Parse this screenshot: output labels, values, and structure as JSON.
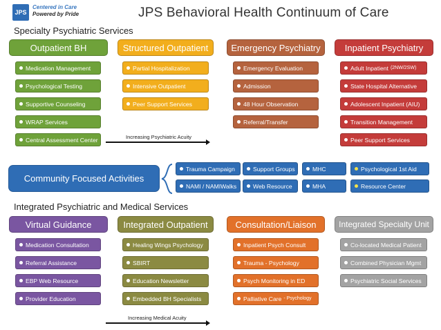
{
  "header": {
    "logo_text": "JPS",
    "tagline_1": "Centered in Care",
    "tagline_2": "Powered by Pride",
    "title": "JPS Behavioral Health Continuum of Care"
  },
  "sections": {
    "specialty": "Specialty Psychiatric Services",
    "integrated": "Integrated Psychiatric and Medical Services"
  },
  "specialty_columns": [
    {
      "title": "Outpatient BH",
      "color": "#6fa23a",
      "items": [
        "Medication Management",
        "Psychological Testing",
        "Supportive Counseling",
        "WRAP Services",
        "Central Assessment Center"
      ]
    },
    {
      "title": "Structured Outpatient",
      "color": "#f2ae1d",
      "items": [
        "Partial Hospitalization",
        "Intensive Outpatient",
        "Peer Support Services"
      ]
    },
    {
      "title": "Emergency Psychiatry",
      "color": "#b5633e",
      "items": [
        "Emergency Evaluation",
        "Admission",
        "48 Hour Observation",
        "Referral/Transfer"
      ]
    },
    {
      "title": "Inpatient Psychiatry",
      "color": "#c43c3a",
      "items": [
        "Adult Inpatient",
        "State Hospital Alternative",
        "Adolescent Inpatient (AIU)",
        "Transition Management",
        "Peer Support Services"
      ],
      "item0_suffix": "(2NW/2SW)"
    }
  ],
  "acuity": {
    "psychiatric": "Increasing Psychiatric Acuity",
    "medical": "Increasing Medical Acuity"
  },
  "community": {
    "title": "Community Focused Activities",
    "items": [
      "Trauma Campaign",
      "Support Groups",
      "MHC",
      "Psychological 1st Aid",
      "NAMI / NAMIWalks",
      "Web Resource",
      "MHA",
      "Resource Center"
    ]
  },
  "integrated_columns": [
    {
      "title": "Virtual Guidance",
      "color": "#7a56a1",
      "items": [
        "Medication Consultation",
        "Referral Assistance",
        "EBP Web Resource",
        "Provider Education"
      ]
    },
    {
      "title": "Integrated Outpatient",
      "color": "#8b8a42",
      "items": [
        "Healing Wings Psychology",
        "SBIRT",
        "Education Newsletter",
        "Embedded BH Specialists"
      ]
    },
    {
      "title": "Consultation/Liaison",
      "color": "#e2712a",
      "items": [
        "Inpatient Psych Consult",
        "Trauma - Psychology",
        "Psych Monitoring in ED",
        "Palliative Care"
      ],
      "item3_suffix": "- Psychology"
    },
    {
      "title": "Integrated Specialty Unit",
      "color": "#a3a3a3",
      "items": [
        "Co-located Medical Patient",
        "Combined Physician Mgmt",
        "Psychiatric Social Services"
      ]
    }
  ]
}
